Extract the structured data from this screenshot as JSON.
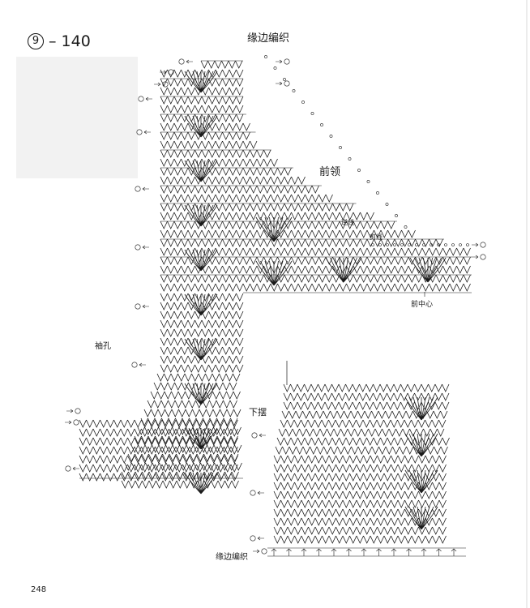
{
  "header": {
    "pattern_circle": "9",
    "pattern_number": "– 140"
  },
  "labels": {
    "edge_top": "缘边编织",
    "front_neck": "前领",
    "armhole": "袖孔",
    "hem": "下摆",
    "edge_bottom": "缘边编织",
    "front_center": "前中心",
    "neck_line_a": "逆线",
    "neck_line_b": "剪线"
  },
  "page_number": "248",
  "colors": {
    "ink": "#1a1a1a",
    "faint": "#bdbdbd",
    "paper": "#ffffff"
  }
}
